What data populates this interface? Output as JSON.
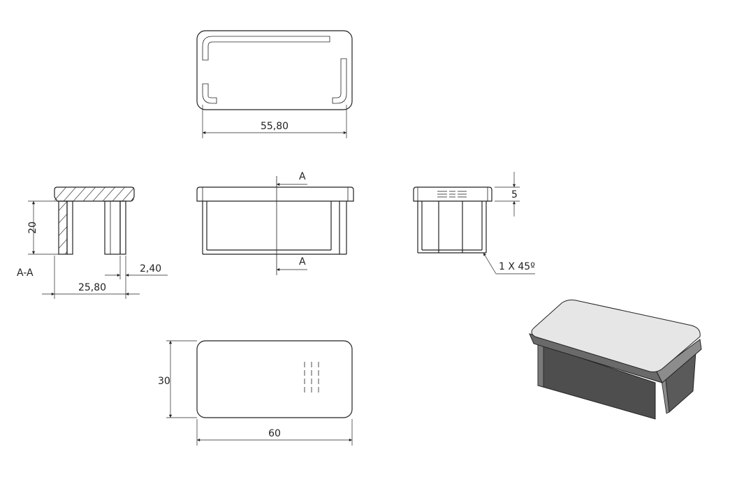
{
  "dimensions": {
    "top_width": "55,80",
    "section_height": "20",
    "section_wall": "2,40",
    "section_width": "25,80",
    "head_thickness": "5",
    "chamfer": "1 X 45º",
    "bottom_height": "30",
    "bottom_width": "60"
  },
  "labels": {
    "section_name": "A-A",
    "cut_top": "A",
    "cut_bottom": "A"
  },
  "colors": {
    "line": "#222222",
    "cap_top": "#e6e6e6",
    "cap_side": "#6a6a6a",
    "leg": "#555555"
  }
}
